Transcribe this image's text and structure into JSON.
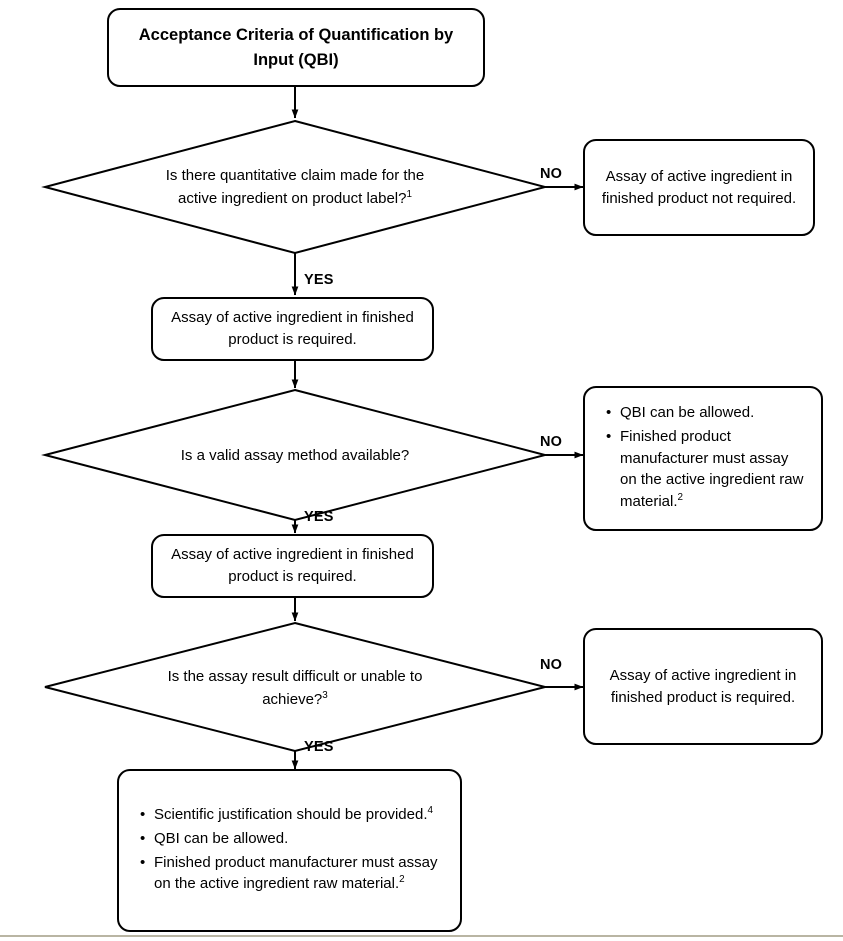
{
  "diagram": {
    "type": "flowchart",
    "title": "Acceptance Criteria of Quantification by Input (QBI)",
    "nodes": {
      "start": {
        "shape": "rounded-rectangle",
        "text": "Acceptance Criteria of Quantification by Input (QBI)"
      },
      "decision1": {
        "shape": "diamond",
        "text": "Is there quantitative claim made for the active ingredient on product label?",
        "footnote": "1"
      },
      "decision1_no": {
        "shape": "rounded-rectangle",
        "text": "Assay of active ingredient in finished product not required."
      },
      "process1": {
        "shape": "rounded-rectangle",
        "text": "Assay of active ingredient in finished product is required."
      },
      "decision2": {
        "shape": "diamond",
        "text": "Is a valid assay method available?",
        "footnote": ""
      },
      "decision2_no": {
        "shape": "rounded-rectangle",
        "bullets": [
          {
            "text": "QBI can be allowed.",
            "footnote": ""
          },
          {
            "text": "Finished product manufacturer must assay on the active ingredient raw material.",
            "footnote": "2"
          }
        ]
      },
      "process2": {
        "shape": "rounded-rectangle",
        "text": "Assay of active ingredient in finished product is required."
      },
      "decision3": {
        "shape": "diamond",
        "text": "Is the assay result difficult or unable to achieve?",
        "footnote": "3"
      },
      "decision3_no": {
        "shape": "rounded-rectangle",
        "text": "Assay of active ingredient in finished product is required."
      },
      "outcome": {
        "shape": "rounded-rectangle",
        "bullets": [
          {
            "text": "Scientific justification should be provided.",
            "footnote": "4"
          },
          {
            "text": "QBI can be allowed.",
            "footnote": ""
          },
          {
            "text": "Finished product manufacturer must assay on the active ingredient raw material.",
            "footnote": "2"
          }
        ]
      }
    },
    "edge_labels": {
      "no1": "NO",
      "yes1": "YES",
      "no2": "NO",
      "yes2": "YES",
      "no3": "NO",
      "yes3": "YES"
    },
    "colors": {
      "stroke": "#000000",
      "fill": "#ffffff",
      "text": "#000000",
      "bottom_rule": "#b9b5a3"
    }
  }
}
